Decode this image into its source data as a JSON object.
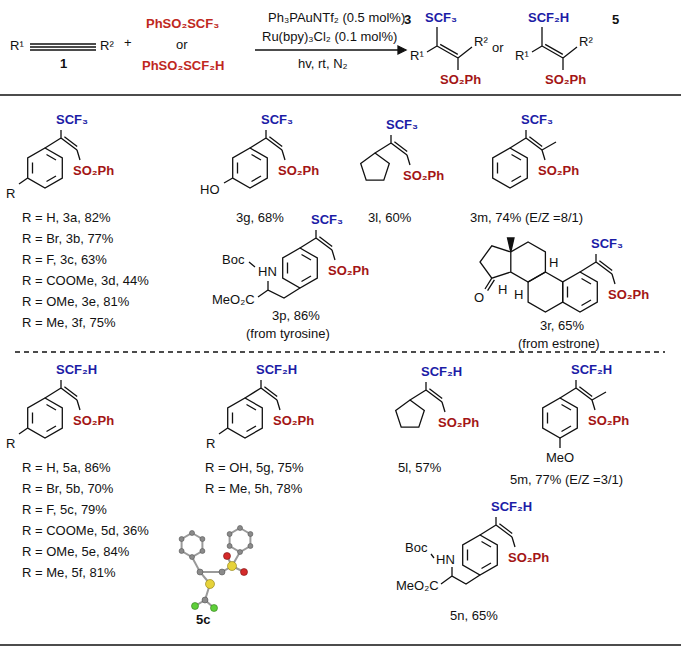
{
  "diagram": {
    "labels": [
      "R¹",
      "R²",
      "1",
      "+",
      "PhSO₂SCF₃",
      "or",
      "PhSO₂SCF₂H",
      "Ph₃PAuNTf₂ (0.5 mol%)",
      "Ru(bpy)₃Cl₂ (0.1 mol%)",
      "hv, rt, N₂",
      "SCF₃",
      "R¹",
      "R²",
      "SO₂Ph",
      "3",
      "or",
      "SCF₂H",
      "R¹",
      "R²",
      "SO₂Ph",
      "5",
      "SCF₃",
      "SO₂Ph",
      "R",
      "R = H, 3a, 82%",
      "R = Br, 3b, 77%",
      "R = F, 3c, 63%",
      "R = COOMe, 3d, 44%",
      "R = OMe, 3e, 81%",
      "R = Me, 3f, 75%",
      "HO",
      "SCF₃",
      "SO₂Ph",
      "3g, 68%",
      "SCF₃",
      "SO₂Ph",
      "3l, 60%",
      "SCF₃",
      "SO₂Ph",
      "3m, 74% (E/Z =8/1)",
      "Boc",
      "HN",
      "MeO₂C",
      "SCF₃",
      "SO₂Ph",
      "3p, 86%",
      "(from tyrosine)",
      "H",
      "H",
      "H",
      "O",
      "SCF₃",
      "SO₂Ph",
      "3r, 65%",
      "(from estrone)",
      "SCF₂H",
      "SO₂Ph",
      "R",
      "R = H, 5a, 86%",
      "R = Br, 5b, 70%",
      "R = F, 5c, 79%",
      "R = COOMe, 5d, 36%",
      "R = OMe, 5e, 84%",
      "R = Me, 5f, 81%",
      "R",
      "SCF₂H",
      "SO₂Ph",
      "R = OH, 5g, 75%",
      "R = Me, 5h, 78%",
      "SCF₂H",
      "SO₂Ph",
      "5l, 57%",
      "SCF₂H",
      "MeO",
      "SO₂Ph",
      "5m, 77% (E/Z =3/1)",
      "5c",
      "Boc",
      "HN",
      "MeO₂C",
      "SCF₂H",
      "SO₂Ph",
      "5n, 65%"
    ]
  }
}
